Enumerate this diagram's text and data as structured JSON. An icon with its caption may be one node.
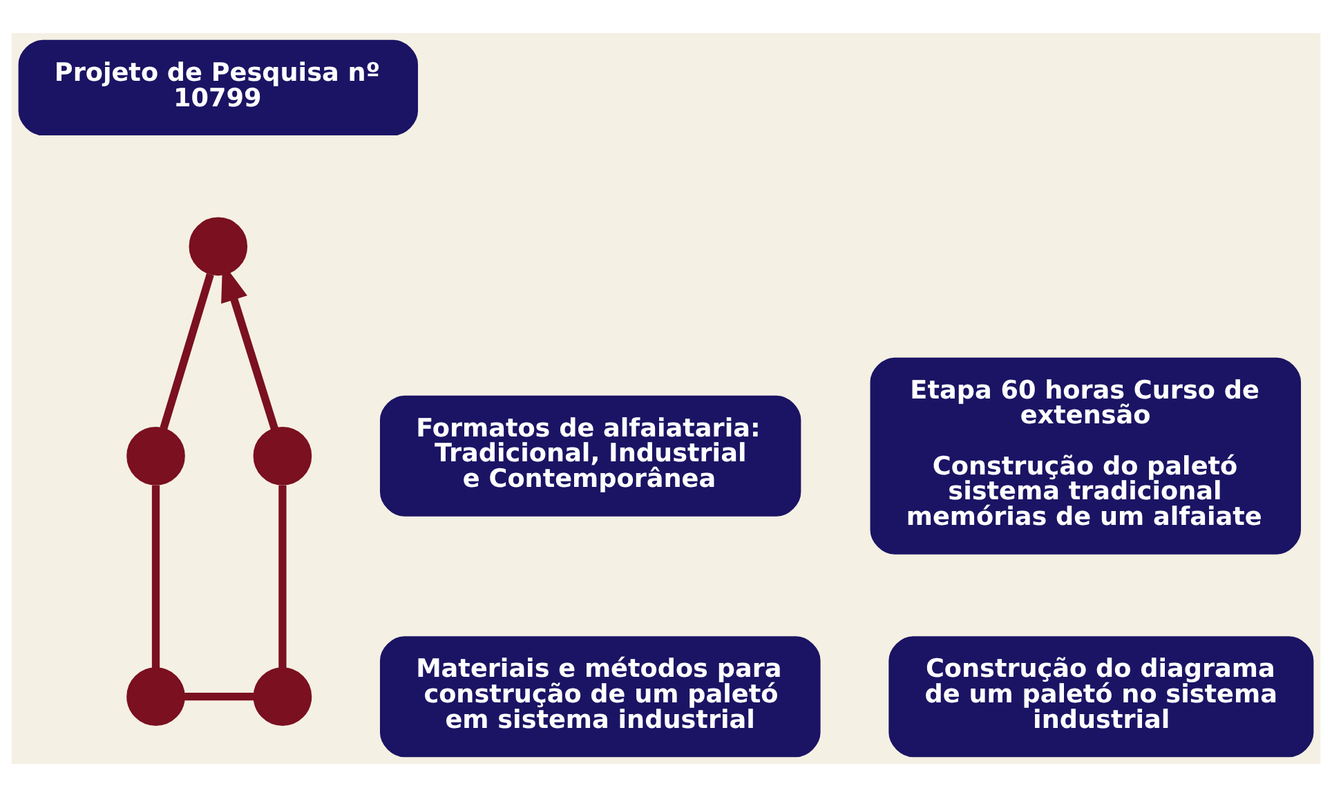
{
  "diagram": {
    "nodes": [
      {
        "text": [
          "Projeto de Pesquisa nº 10799"
        ]
      },
      {
        "text": [],
        "shape": "circle"
      },
      {
        "text": [],
        "shape": "circle"
      },
      {
        "text": [
          "Formatos de alfaiataria: Tradicional, Industrial e Contemporânea"
        ]
      },
      {
        "text": [],
        "shape": "circle"
      },
      {
        "text": [
          "Etapa 60 horas Curso de extensão",
          "Construção do paletó sistema tradicional memórias de um alfaiate"
        ]
      },
      {
        "text": [],
        "shape": "circle"
      },
      {
        "text": [
          "Materiais e métodos para construção de um paletó em sistema industrial"
        ]
      },
      {
        "text": [],
        "shape": "circle"
      },
      {
        "text": [
          "Construção do diagrama de um paletó no sistema industrial"
        ]
      }
    ],
    "edges": [
      {
        "from": 1,
        "to": 2,
        "arrow": "none"
      },
      {
        "from": 2,
        "to": 6,
        "arrow": "none"
      },
      {
        "from": 6,
        "to": 8,
        "arrow": "none"
      },
      {
        "from": 8,
        "to": 4,
        "arrow": "none"
      },
      {
        "from": 4,
        "to": 1,
        "arrow": "to"
      }
    ]
  }
}
